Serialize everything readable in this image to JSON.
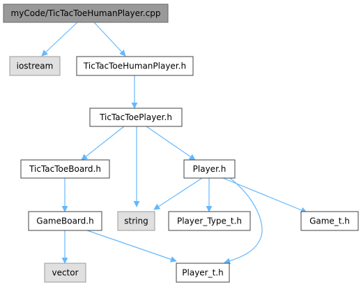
{
  "colors": {
    "root_fill": "#999999",
    "node_fill": "#ffffff",
    "system_fill": "#e0e0e0",
    "edge": "#63b8ff",
    "border_dark": "#404040",
    "border_gray": "#999999"
  },
  "nodes": {
    "root": {
      "label": "myCode/TicTacToeHumanPlayer.cpp"
    },
    "iostream": {
      "label": "iostream"
    },
    "human_h": {
      "label": "TicTacToeHumanPlayer.h"
    },
    "tplayer_h": {
      "label": "TicTacToePlayer.h"
    },
    "board_h": {
      "label": "TicTacToeBoard.h"
    },
    "player_h": {
      "label": "Player.h"
    },
    "gameboard_h": {
      "label": "GameBoard.h"
    },
    "string": {
      "label": "string"
    },
    "ptype_h": {
      "label": "Player_Type_t.h"
    },
    "game_t_h": {
      "label": "Game_t.h"
    },
    "vector": {
      "label": "vector"
    },
    "player_t_h": {
      "label": "Player_t.h"
    }
  },
  "edges": [
    {
      "from": "root",
      "to": "iostream"
    },
    {
      "from": "root",
      "to": "human_h"
    },
    {
      "from": "human_h",
      "to": "tplayer_h"
    },
    {
      "from": "tplayer_h",
      "to": "board_h"
    },
    {
      "from": "tplayer_h",
      "to": "string"
    },
    {
      "from": "tplayer_h",
      "to": "player_h"
    },
    {
      "from": "board_h",
      "to": "gameboard_h"
    },
    {
      "from": "player_h",
      "to": "string"
    },
    {
      "from": "player_h",
      "to": "ptype_h"
    },
    {
      "from": "player_h",
      "to": "game_t_h"
    },
    {
      "from": "player_h",
      "to": "player_t_h"
    },
    {
      "from": "gameboard_h",
      "to": "vector"
    },
    {
      "from": "gameboard_h",
      "to": "player_t_h"
    }
  ]
}
